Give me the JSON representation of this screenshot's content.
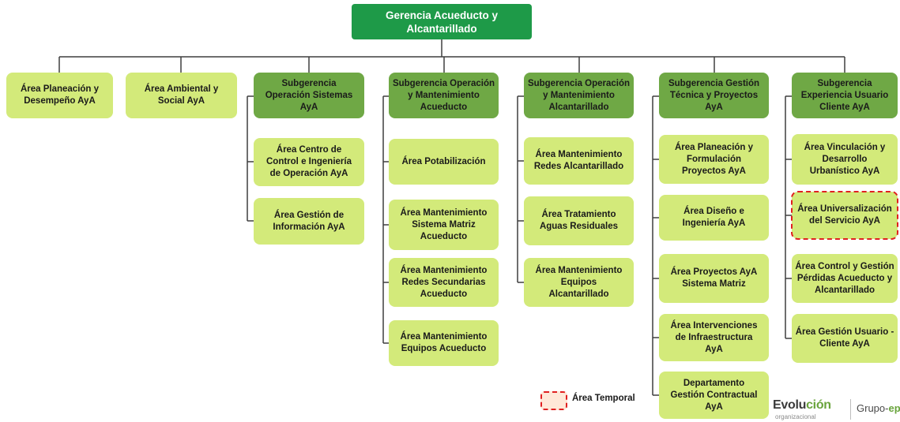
{
  "colors": {
    "root_fill": "#1e9a48",
    "subgerencia_fill": "#6fa845",
    "area_fill": "#d3ea7a",
    "connector": "#3f3f3f",
    "temporal_outline": "#e02020"
  },
  "root": {
    "label": "Gerencia Acueducto y\nAlcantarillado"
  },
  "top_areas": [
    {
      "label": "Área Planeación y\nDesempeño AyA"
    },
    {
      "label": "Área Ambiental y\nSocial AyA"
    }
  ],
  "branches": [
    {
      "label": "Subgerencia\nOperación Sistemas\nAyA",
      "children": [
        {
          "label": "Área Centro de\nControl e Ingeniería\nde Operación AyA"
        },
        {
          "label": "Área Gestión de\nInformación AyA"
        }
      ]
    },
    {
      "label": "Subgerencia Operación\ny Mantenimiento\nAcueducto",
      "children": [
        {
          "label": "Área Potabilización"
        },
        {
          "label": "Área Mantenimiento\nSistema Matriz\nAcueducto"
        },
        {
          "label": "Área Mantenimiento\nRedes Secundarias\nAcueducto"
        },
        {
          "label": "Área Mantenimiento\nEquipos Acueducto"
        }
      ]
    },
    {
      "label": "Subgerencia Operación\ny Mantenimiento\nAlcantarillado",
      "children": [
        {
          "label": "Área Mantenimiento\nRedes Alcantarillado"
        },
        {
          "label": "Área Tratamiento\nAguas Residuales"
        },
        {
          "label": "Área Mantenimiento\nEquipos\nAlcantarillado"
        }
      ]
    },
    {
      "label": "Subgerencia Gestión\nTécnica y Proyectos\nAyA",
      "children": [
        {
          "label": "Área Planeación y\nFormulación\nProyectos AyA"
        },
        {
          "label": "Área Diseño e\nIngeniería AyA"
        },
        {
          "label": "Área Proyectos AyA\nSistema Matriz"
        },
        {
          "label": "Área Intervenciones\nde Infraestructura\nAyA"
        },
        {
          "label": "Departamento\nGestión Contractual\nAyA"
        }
      ]
    },
    {
      "label": "Subgerencia\nExperiencia Usuario\nCliente AyA",
      "children": [
        {
          "label": "Área Vinculación y\nDesarrollo\nUrbanístico AyA"
        },
        {
          "label": "Área Universalización\ndel Servicio AyA",
          "temporal": true
        },
        {
          "label": "Área Control y Gestión\nPérdidas Acueducto y\nAlcantarillado"
        },
        {
          "label": "Área Gestión Usuario -\nCliente AyA"
        }
      ]
    }
  ],
  "legend": {
    "label": "Área Temporal"
  },
  "logo": {
    "primary_start": "Evolu",
    "primary_accent": "ción",
    "secondary": "organizacional",
    "partner_start": "Grupo-",
    "partner_accent": "epm"
  }
}
